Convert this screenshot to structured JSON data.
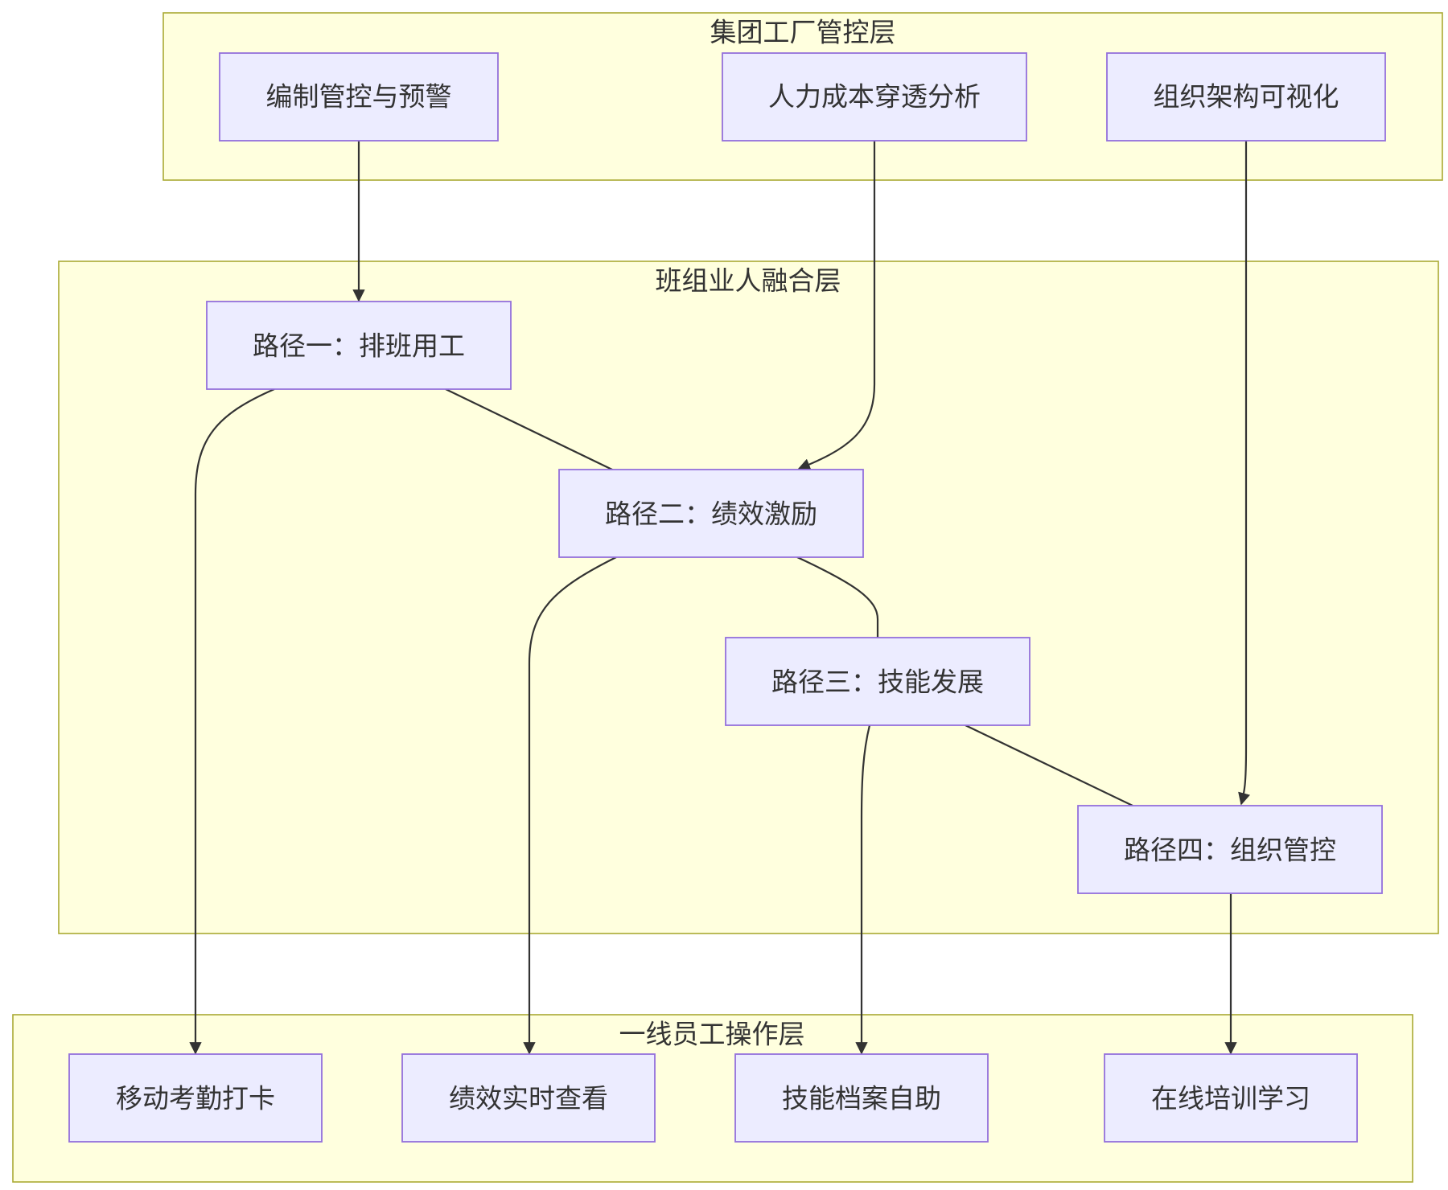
{
  "clusters": {
    "top": {
      "label": "集团工厂管控层"
    },
    "middle": {
      "label": "班组业人融合层"
    },
    "bottom": {
      "label": "一线员工操作层"
    }
  },
  "nodes": {
    "bianzhi": {
      "label": "编制管控与预警"
    },
    "renli": {
      "label": "人力成本穿透分析"
    },
    "zuzhi_vis": {
      "label": "组织架构可视化"
    },
    "path1": {
      "label": "路径一：排班用工"
    },
    "path2": {
      "label": "路径二：绩效激励"
    },
    "path3": {
      "label": "路径三：技能发展"
    },
    "path4": {
      "label": "路径四：组织管控"
    },
    "yidong": {
      "label": "移动考勤打卡"
    },
    "jixiao": {
      "label": "绩效实时查看"
    },
    "jineng": {
      "label": "技能档案自助"
    },
    "zaixian": {
      "label": "在线培训学习"
    }
  },
  "edges": [
    {
      "from": "bianzhi",
      "to": "path1",
      "arrow": true
    },
    {
      "from": "renli",
      "to": "path2",
      "arrow": true
    },
    {
      "from": "zuzhi_vis",
      "to": "path4",
      "arrow": true
    },
    {
      "from": "path1",
      "to": "path2",
      "arrow": false
    },
    {
      "from": "path2",
      "to": "path3",
      "arrow": false
    },
    {
      "from": "path3",
      "to": "path4",
      "arrow": false
    },
    {
      "from": "path1",
      "to": "yidong",
      "arrow": true
    },
    {
      "from": "path2",
      "to": "jixiao",
      "arrow": true
    },
    {
      "from": "path3",
      "to": "jineng",
      "arrow": true
    },
    {
      "from": "path4",
      "to": "zaixian",
      "arrow": true
    }
  ]
}
